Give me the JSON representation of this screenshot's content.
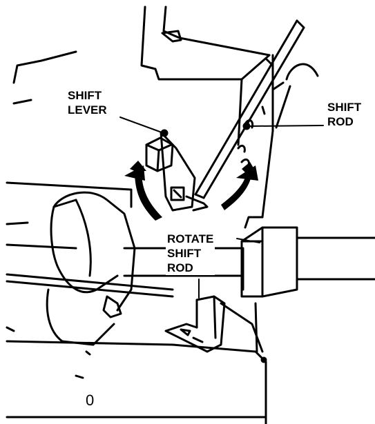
{
  "labels": {
    "shift_lever": [
      "SHIFT",
      "LEVER"
    ],
    "shift_rod": [
      "SHIFT",
      "ROD"
    ],
    "rotate_shift_rod": [
      "ROTATE",
      "SHIFT",
      "ROD"
    ],
    "deck_mark": "0"
  },
  "icons": [
    "rotate-arrow-left-icon",
    "rotate-arrow-right-icon"
  ],
  "colors": {
    "ink": "#000000",
    "paper": "#ffffff"
  }
}
